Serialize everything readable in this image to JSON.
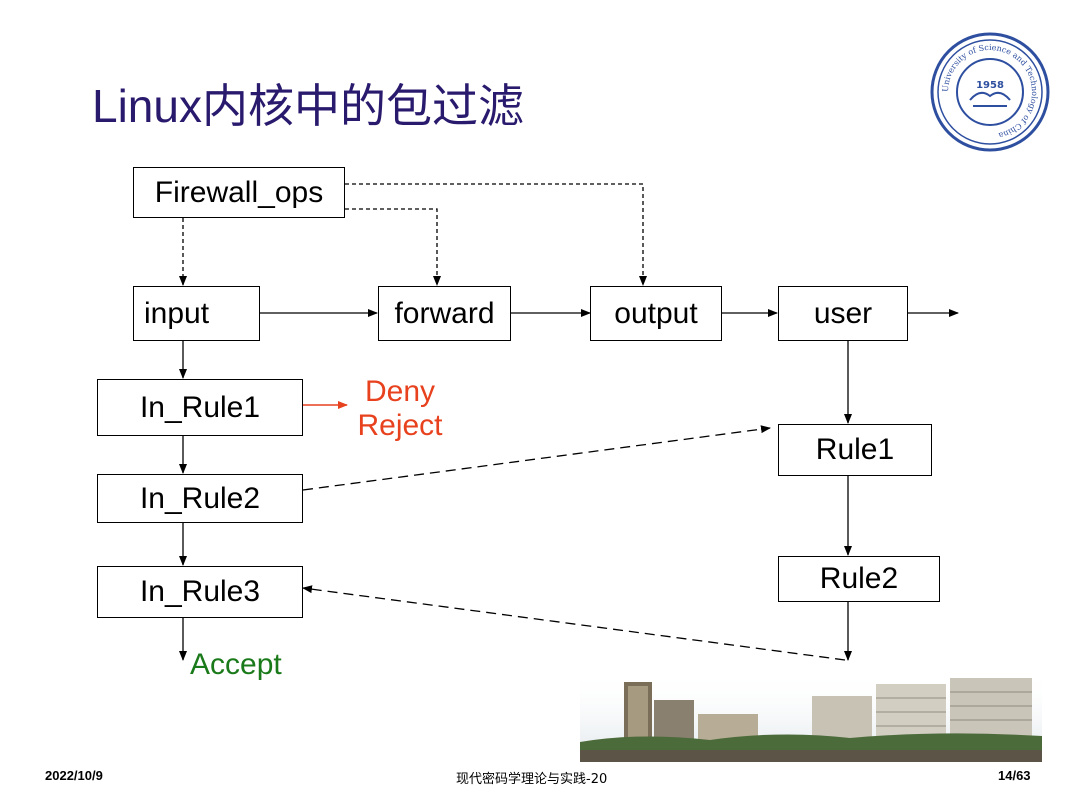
{
  "slide": {
    "title": "Linux内核中的包过滤",
    "logo_label": "University of Science and Technology of China emblem",
    "logo_year": "1958",
    "logo_ring_text": "University of Science and Technology of China"
  },
  "diagram": {
    "nodes": {
      "firewall_ops": "Firewall_ops",
      "input": "input",
      "forward": "forward",
      "output": "output",
      "user": "user",
      "in_rule1": "In_Rule1",
      "in_rule2": "In_Rule2",
      "in_rule3": "In_Rule3",
      "rule1": "Rule1",
      "rule2": "Rule2"
    },
    "outcomes": {
      "deny": "Deny",
      "reject": "Reject",
      "accept": "Accept"
    },
    "colors": {
      "deny_reject": "#e8411e",
      "accept": "#1a7a1a",
      "title": "#2a1a6e"
    }
  },
  "footer": {
    "date": "2022/10/9",
    "course": "现代密码学理论与实践-20",
    "page": "14/63"
  }
}
